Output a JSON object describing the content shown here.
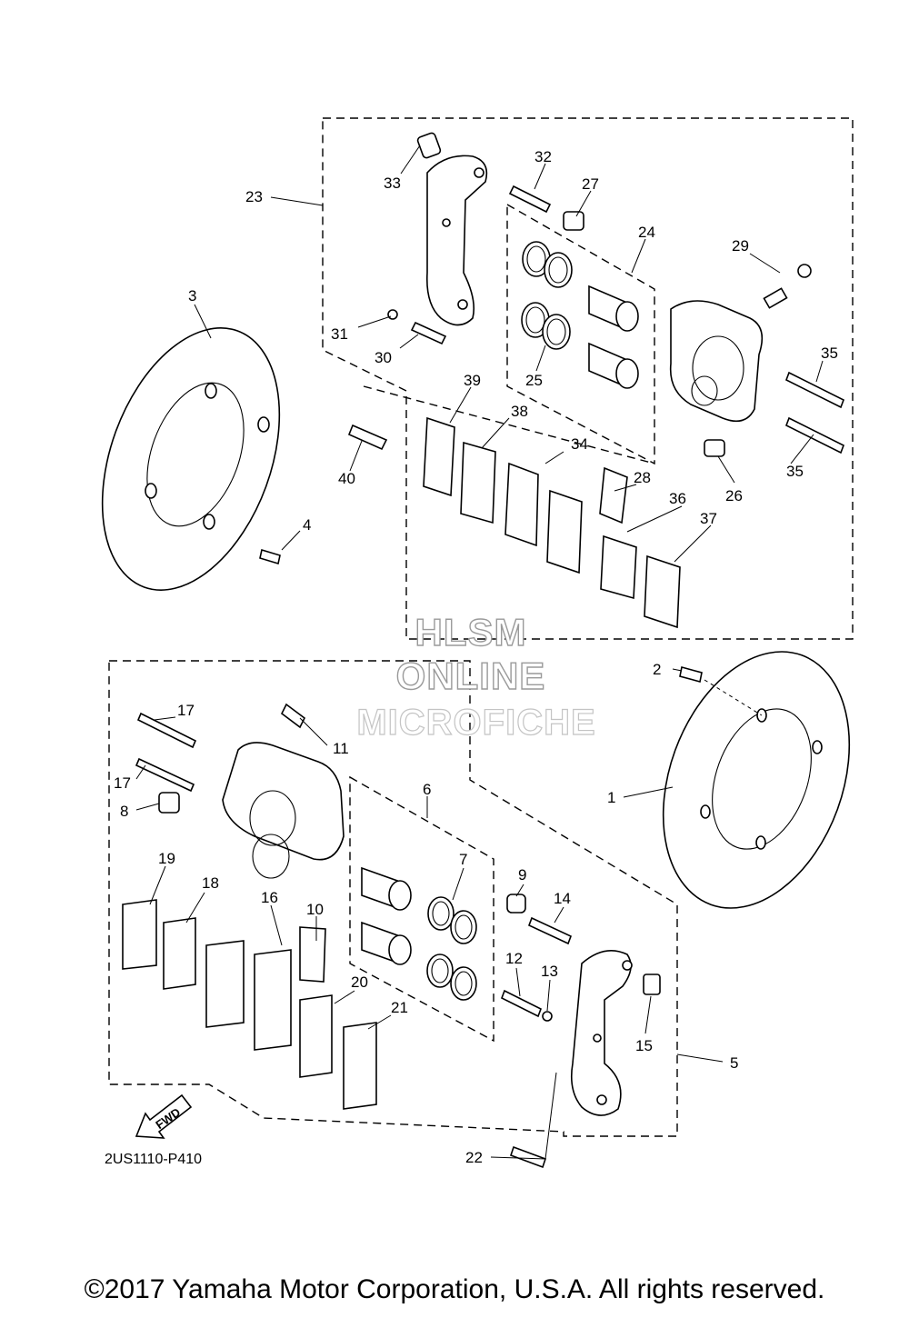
{
  "callouts": [
    "1",
    "2",
    "3",
    "4",
    "5",
    "6",
    "7",
    "8",
    "9",
    "10",
    "11",
    "12",
    "13",
    "14",
    "15",
    "16",
    "17",
    "17",
    "18",
    "19",
    "20",
    "21",
    "22",
    "23",
    "24",
    "25",
    "26",
    "27",
    "28",
    "29",
    "30",
    "31",
    "32",
    "33",
    "34",
    "35",
    "35",
    "36",
    "37",
    "38",
    "39",
    "40"
  ],
  "watermark": {
    "line1": "HLSM",
    "line2": "ONLINE",
    "line3": "MICROFICHE"
  },
  "fwd_label": "FWD",
  "diagram_code": "2US1110-P410",
  "copyright": "©2017 Yamaha Motor Corporation, U.S.A. All rights reserved."
}
